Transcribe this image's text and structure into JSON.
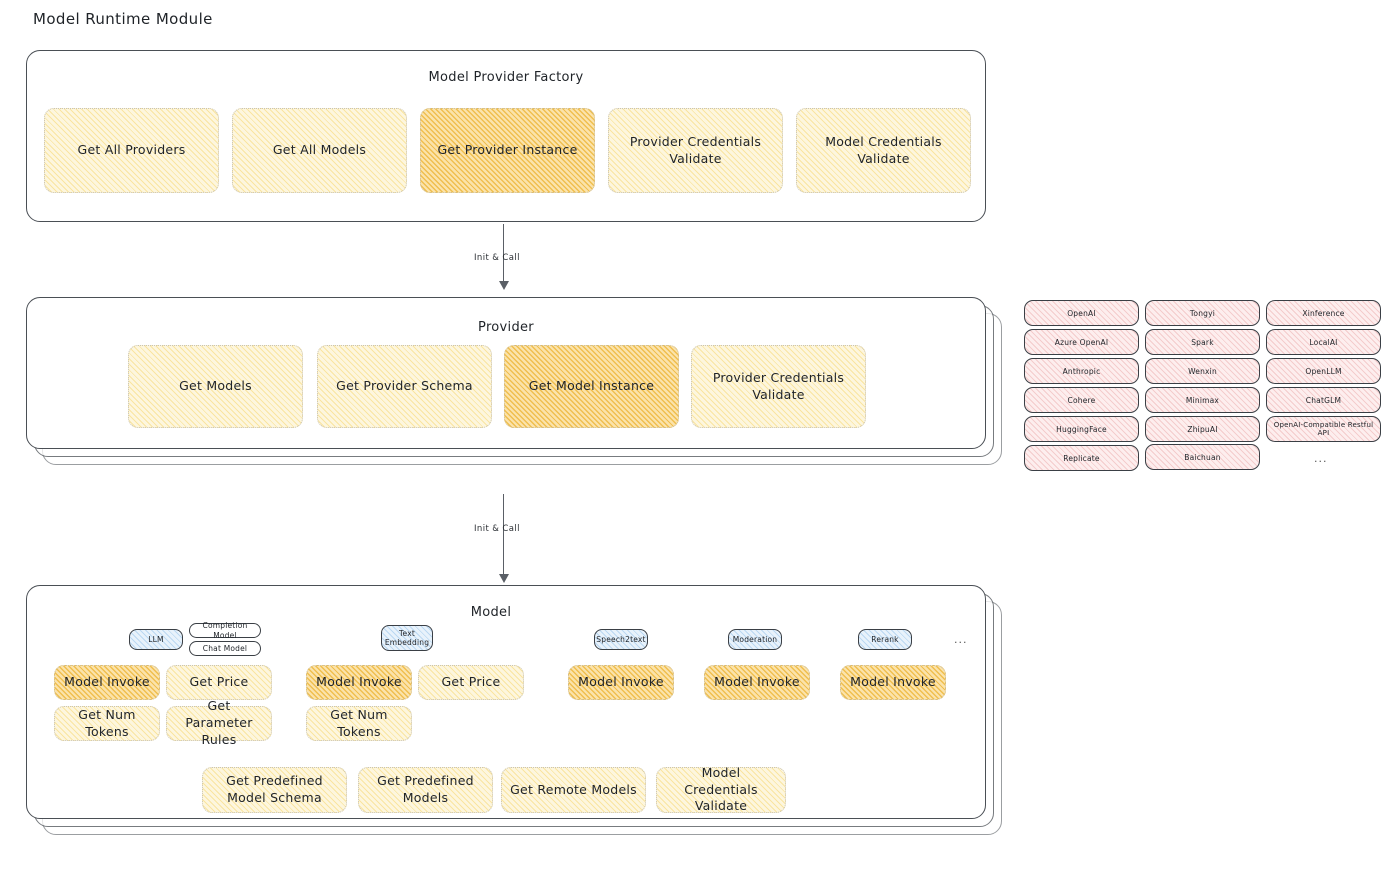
{
  "page": {
    "title": "Model Runtime Module"
  },
  "factory": {
    "title": "Model Provider Factory",
    "nodes": [
      {
        "label": "Get All Providers",
        "highlight": false
      },
      {
        "label": "Get All Models",
        "highlight": false
      },
      {
        "label": "Get Provider Instance",
        "highlight": true
      },
      {
        "label": "Provider Credentials Validate",
        "highlight": false
      },
      {
        "label": "Model Credentials Validate",
        "highlight": false
      }
    ]
  },
  "arrows": [
    {
      "label": "Init & Call"
    },
    {
      "label": "Init & Call"
    }
  ],
  "provider": {
    "title": "Provider",
    "nodes": [
      {
        "label": "Get Models",
        "highlight": false
      },
      {
        "label": "Get Provider Schema",
        "highlight": false
      },
      {
        "label": "Get Model Instance",
        "highlight": true
      },
      {
        "label": "Provider Credentials Validate",
        "highlight": false
      }
    ]
  },
  "provider_list": {
    "columns": [
      {
        "items": [
          "OpenAI",
          "Azure OpenAI",
          "Anthropic",
          "Cohere",
          "HuggingFace",
          "Replicate"
        ]
      },
      {
        "items": [
          "Tongyi",
          "Spark",
          "Wenxin",
          "Minimax",
          "ZhipuAI",
          "Baichuan"
        ]
      },
      {
        "items": [
          "Xinference",
          "LocalAI",
          "OpenLLM",
          "ChatGLM",
          "OpenAI-Compatible Restful API"
        ]
      }
    ],
    "more": "..."
  },
  "model": {
    "title": "Model",
    "more": "...",
    "types": [
      {
        "badge": "LLM",
        "sub_badges": [
          "Completion Model",
          "Chat Model"
        ],
        "methods": [
          {
            "label": "Model Invoke",
            "highlight": true
          },
          {
            "label": "Get Price",
            "highlight": false
          },
          {
            "label": "Get Num Tokens",
            "highlight": false
          },
          {
            "label": "Get Parameter Rules",
            "highlight": false
          }
        ]
      },
      {
        "badge": "Text Embedding",
        "sub_badges": [],
        "methods": [
          {
            "label": "Model Invoke",
            "highlight": true
          },
          {
            "label": "Get Price",
            "highlight": false
          },
          {
            "label": "Get Num Tokens",
            "highlight": false
          }
        ]
      },
      {
        "badge": "Speech2text",
        "sub_badges": [],
        "methods": [
          {
            "label": "Model Invoke",
            "highlight": true
          }
        ]
      },
      {
        "badge": "Moderation",
        "sub_badges": [],
        "methods": [
          {
            "label": "Model Invoke",
            "highlight": true
          }
        ]
      },
      {
        "badge": "Rerank",
        "sub_badges": [],
        "methods": [
          {
            "label": "Model Invoke",
            "highlight": true
          }
        ]
      }
    ],
    "shared_methods": [
      {
        "label": "Get Predefined Model Schema"
      },
      {
        "label": "Get Predefined Models"
      },
      {
        "label": "Get Remote Models"
      },
      {
        "label": "Model Credentials Validate"
      }
    ]
  },
  "colors": {
    "node_light": "#fdf6de",
    "node_highlight": "#fbe3ab",
    "badge_blue": "#e8f2fb",
    "pill_pink": "#fdeeee",
    "stroke": "#4a4f55"
  }
}
